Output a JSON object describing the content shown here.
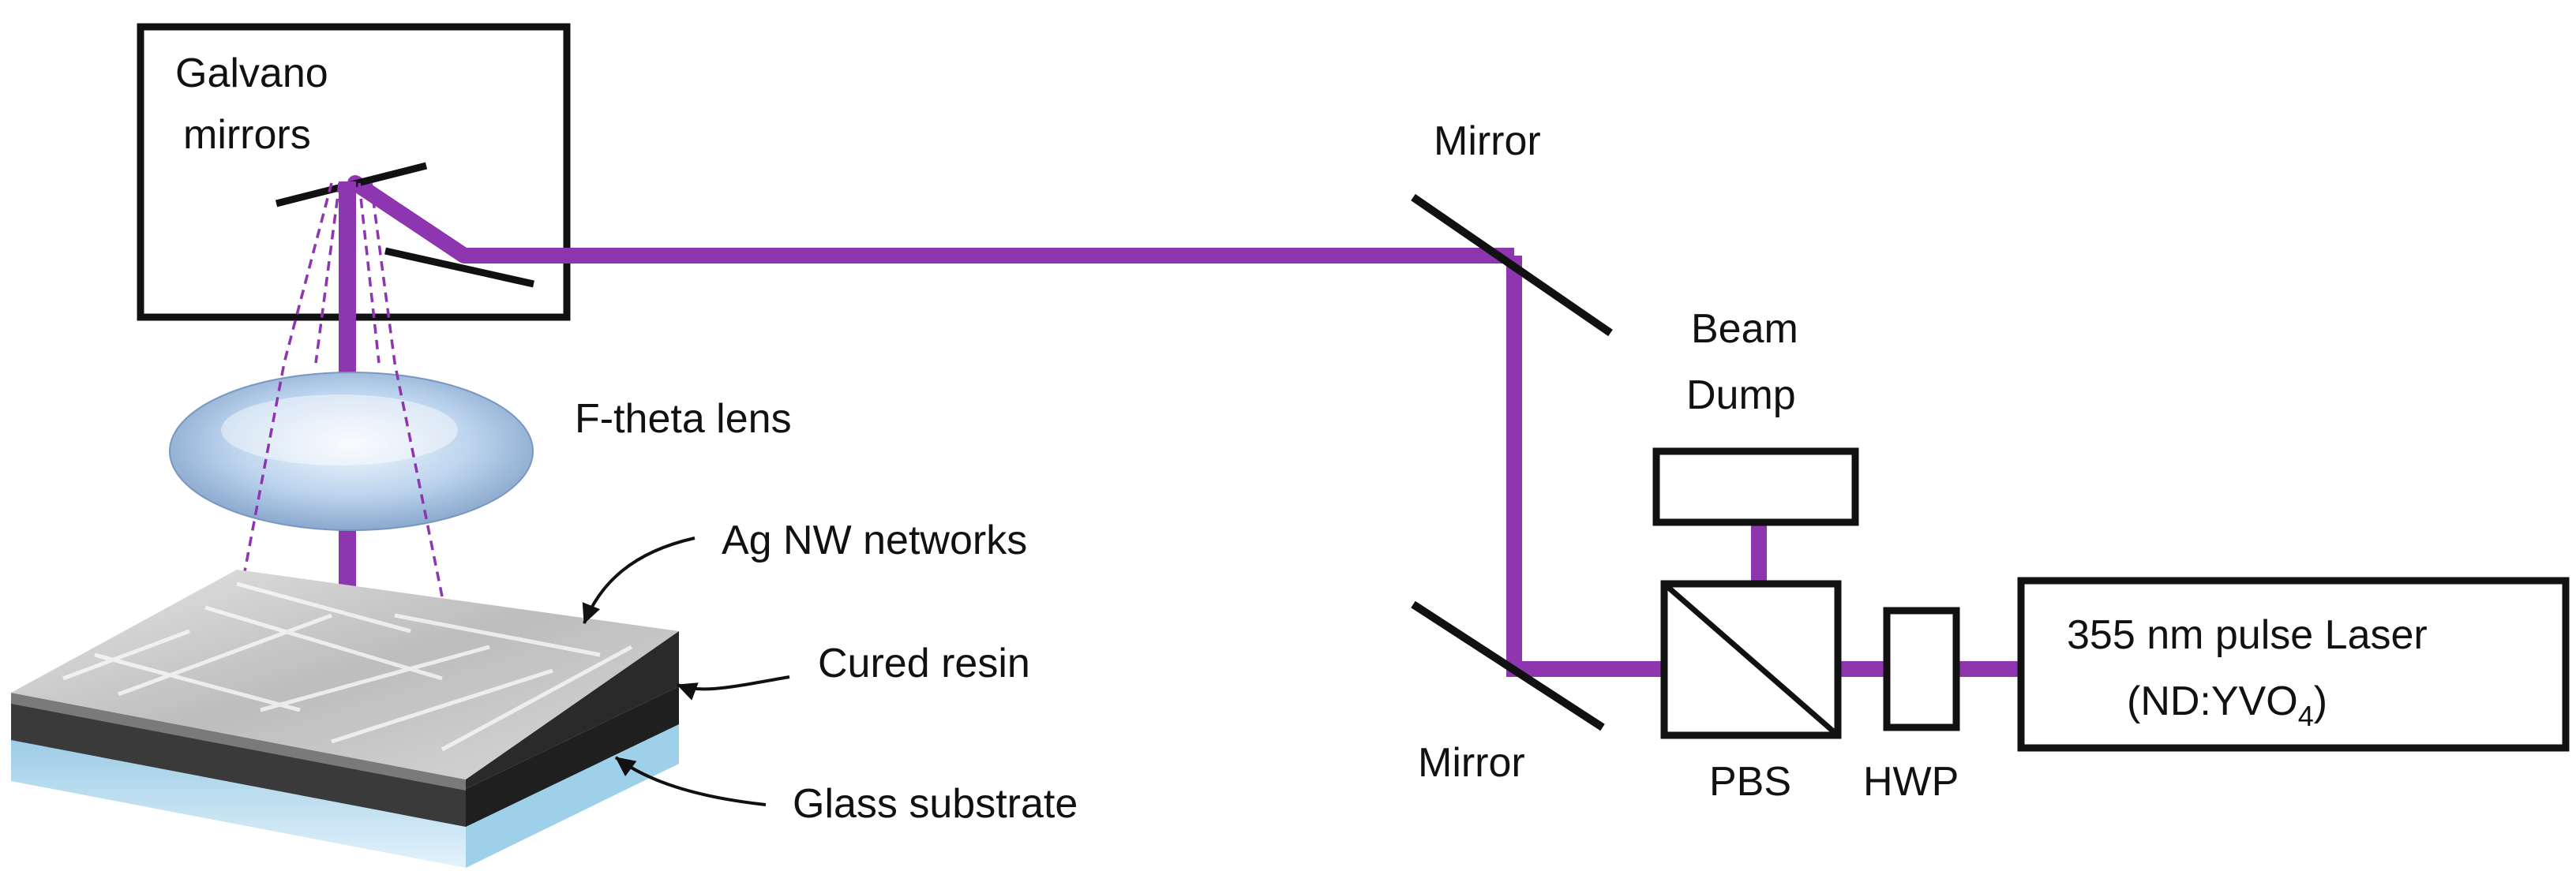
{
  "labels": {
    "galvano_line1": "Galvano",
    "galvano_line2": "mirrors",
    "mirror_top": "Mirror",
    "mirror_bottom": "Mirror",
    "beam_dump_line1": "Beam",
    "beam_dump_line2": "Dump",
    "f_theta_lens": "F-theta lens",
    "ag_nw": "Ag NW networks",
    "cured_resin": "Cured resin",
    "glass_substrate": "Glass substrate",
    "pbs": "PBS",
    "hwp": "HWP",
    "laser_line1": "355 nm pulse Laser",
    "laser_line2_prefix": "(ND:YVO",
    "laser_line2_sub": "4",
    "laser_line2_suffix": ")"
  },
  "colors": {
    "beam": "#8e35b0",
    "outline": "#111111",
    "lens": "#a9c8ea",
    "ag_layer": "#cfcfcf",
    "resin": "#3a3a3a",
    "glass": "#bfe0f3"
  }
}
